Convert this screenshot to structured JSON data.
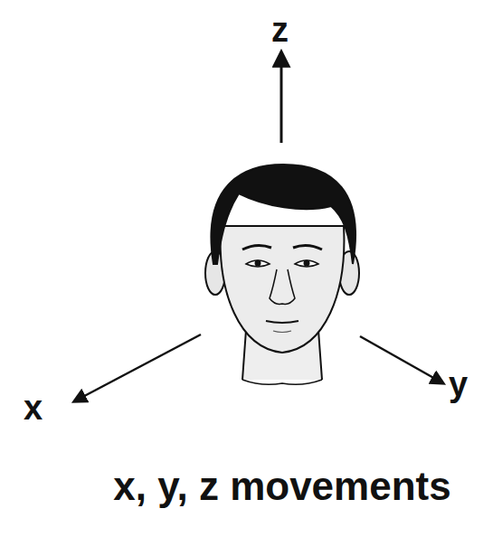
{
  "diagram": {
    "caption": "x, y, z movements",
    "labels": [
      "z",
      "x",
      "y"
    ]
  }
}
